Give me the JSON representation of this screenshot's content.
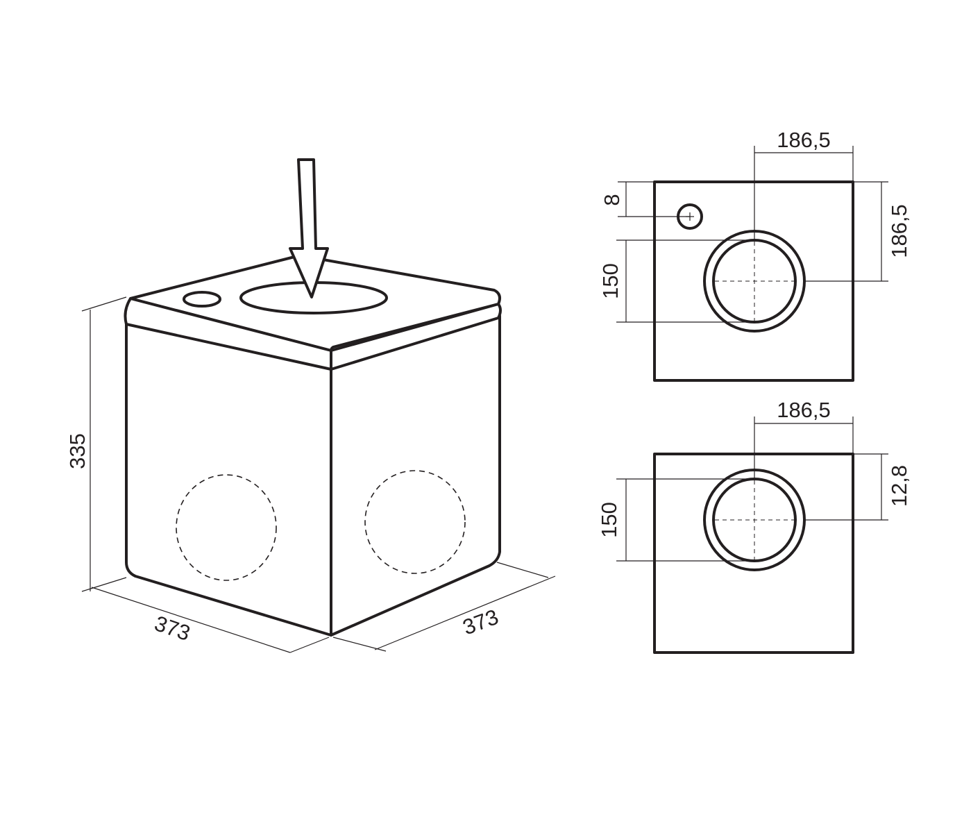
{
  "isometric": {
    "height_label": "335",
    "width_left_label": "373",
    "width_right_label": "373"
  },
  "top_view": {
    "offset_x_label": "186,5",
    "offset_y_label": "186,5",
    "small_hole_label": "8",
    "hole_diameter_label": "150"
  },
  "bottom_view": {
    "offset_x_label": "186,5",
    "offset_y_label": "12,8",
    "hole_diameter_label": "150"
  }
}
